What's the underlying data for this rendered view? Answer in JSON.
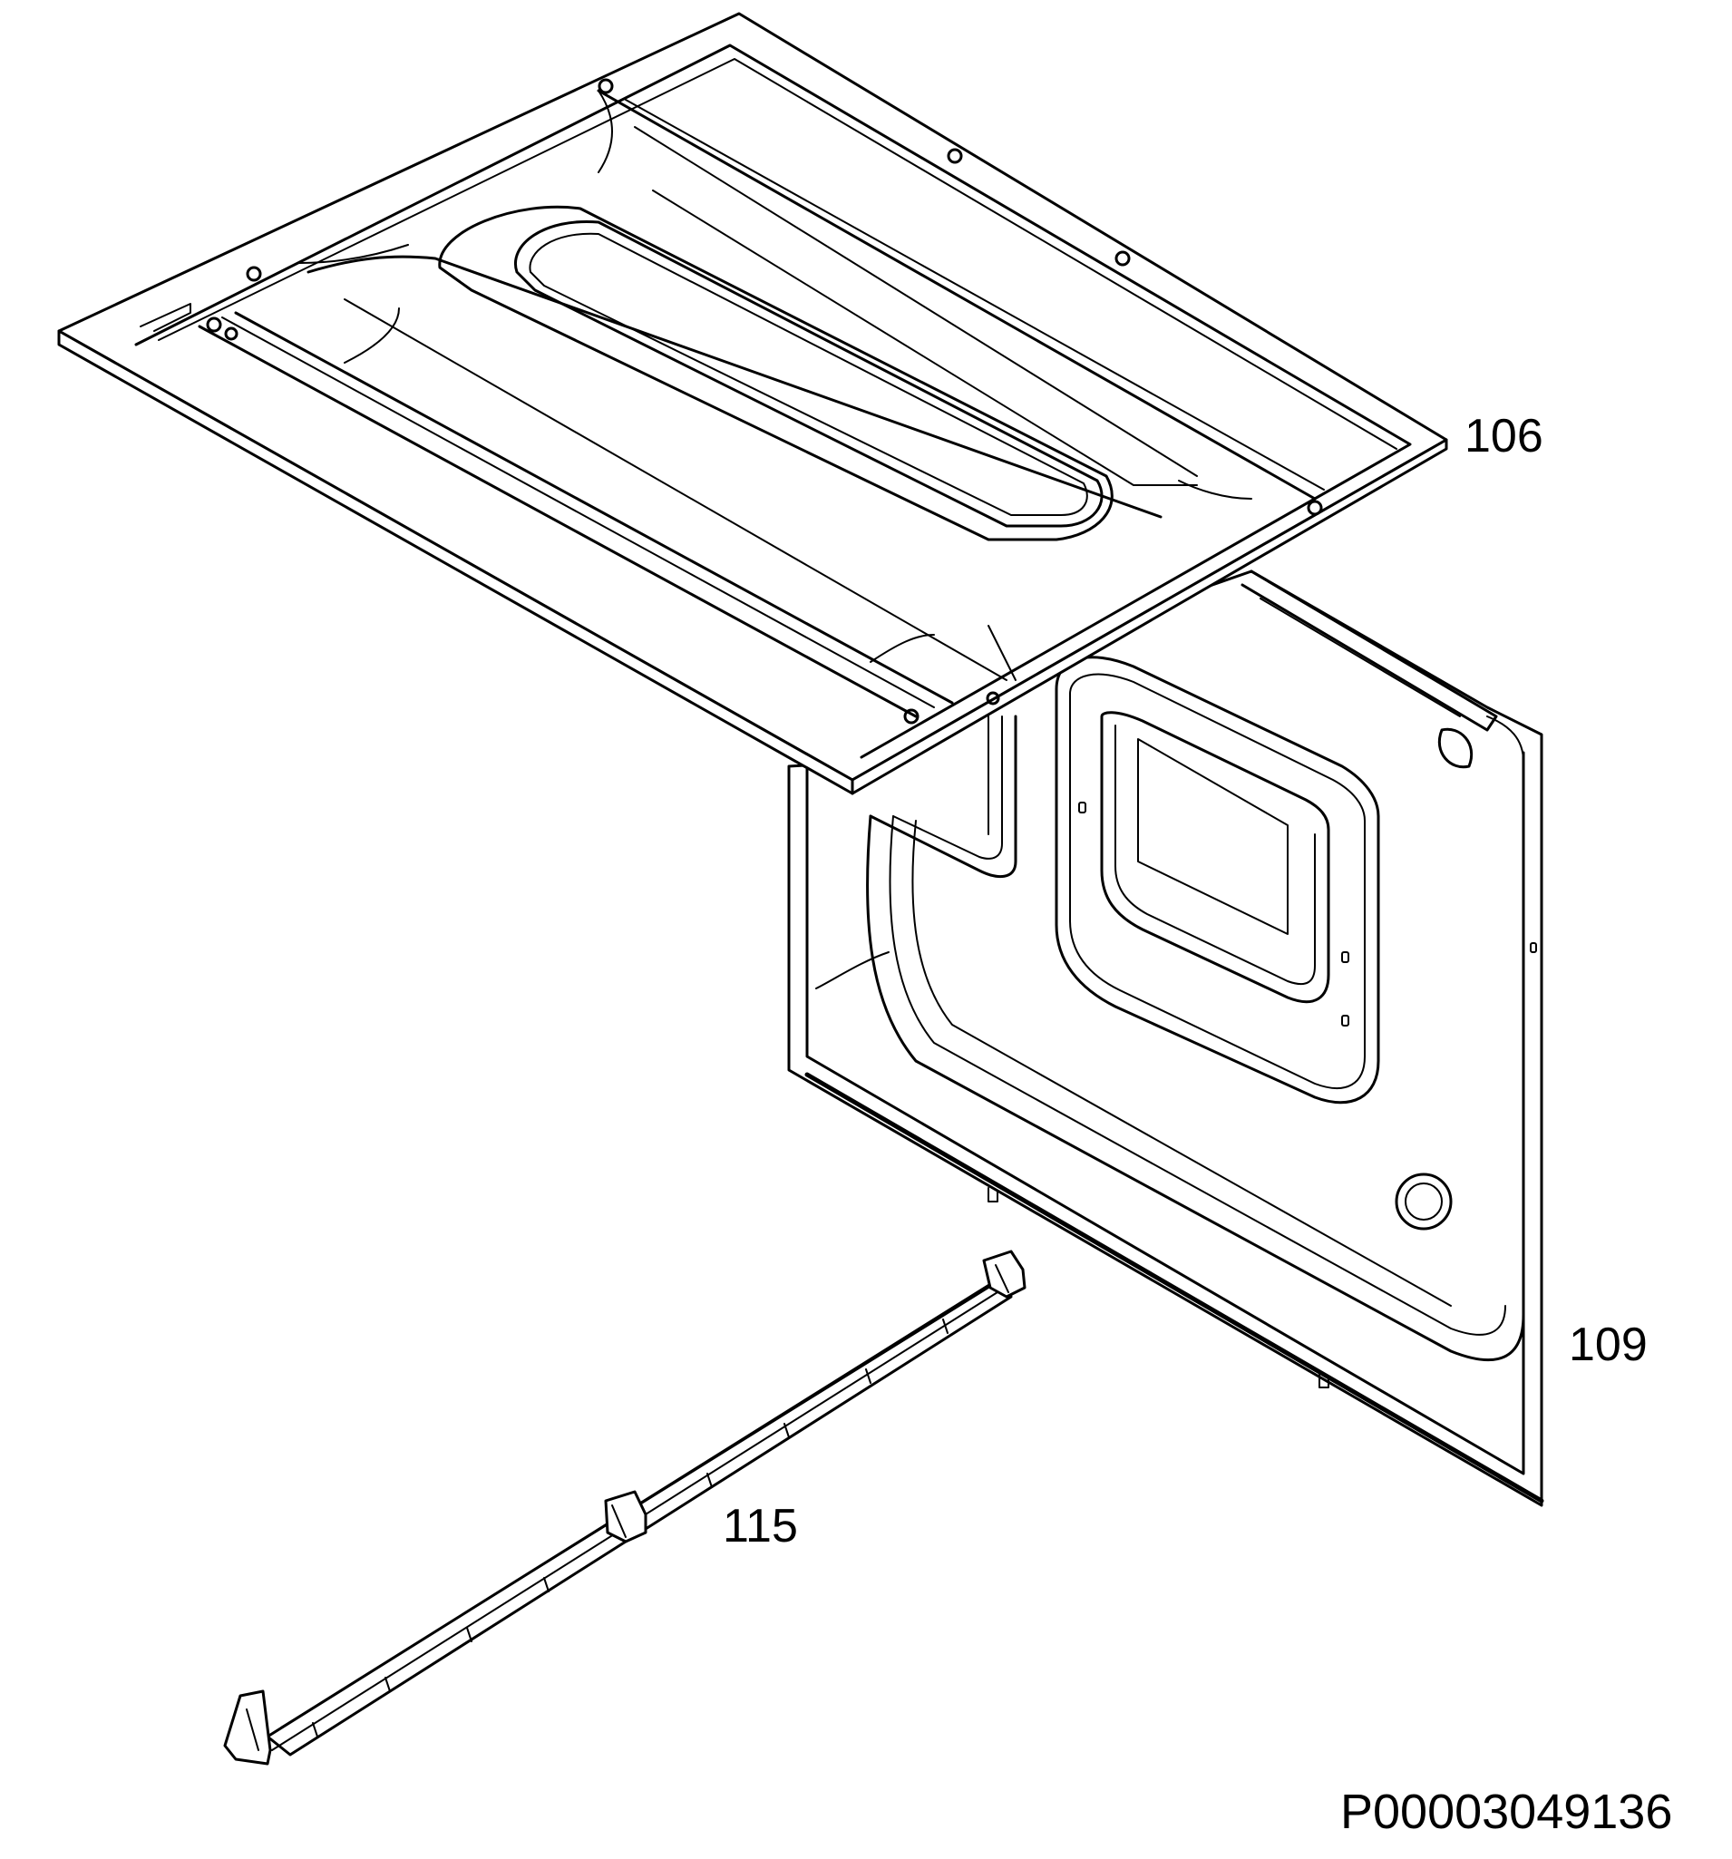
{
  "parts": [
    {
      "id": "top-panel",
      "label": "106"
    },
    {
      "id": "back-panel",
      "label": "109"
    },
    {
      "id": "rail",
      "label": "115"
    }
  ],
  "document_id": "P00003049136"
}
